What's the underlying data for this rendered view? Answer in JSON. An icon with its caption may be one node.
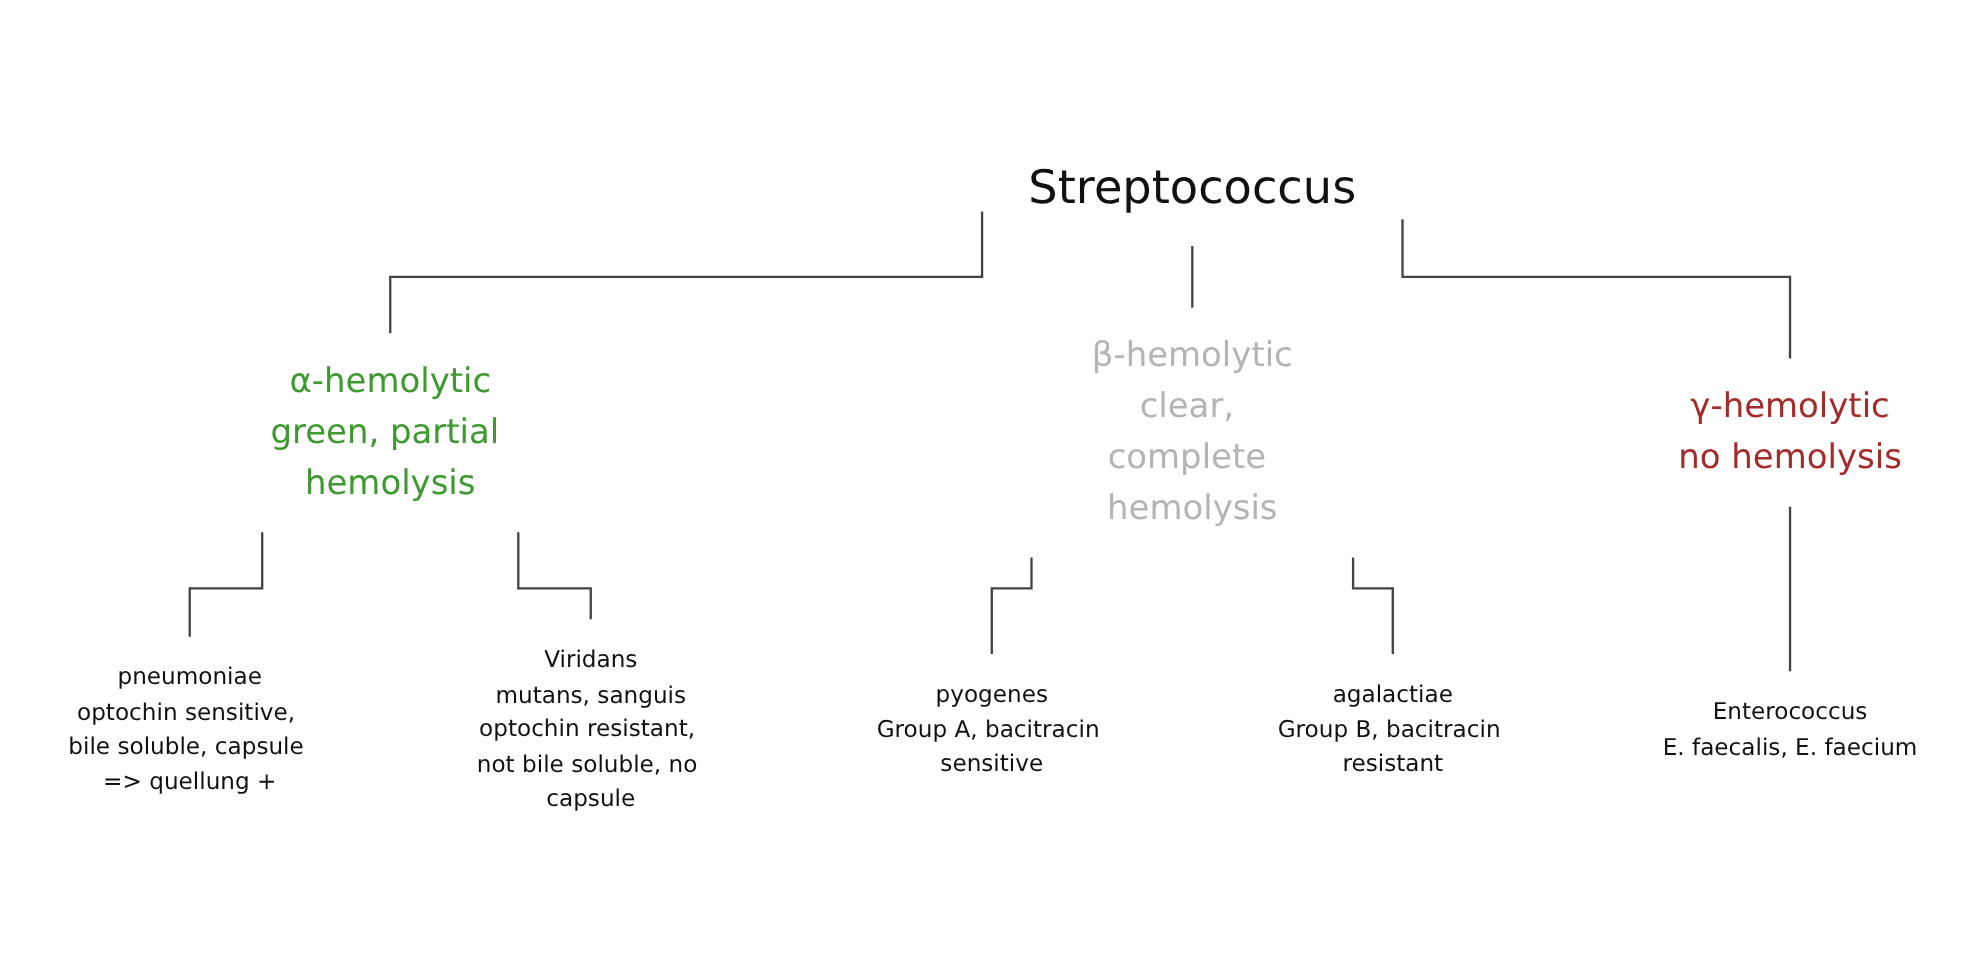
{
  "diagram": {
    "nodes": [
      {
        "text": [
          "Streptococcus"
        ]
      },
      {
        "text": [
          "α-hemolytic",
          "green, partial hemolysis"
        ]
      },
      {
        "text": [
          "β-hemolytic",
          "clear, complete hemolysis"
        ]
      },
      {
        "text": [
          "γ-hemolytic",
          "no hemolysis"
        ]
      },
      {
        "text": [
          "pneumoniae",
          "optochin sensitive, bile soluble, capsule => quellung +"
        ]
      },
      {
        "text": [
          "Viridans",
          "mutans, sanguis",
          "optochin resistant, not bile soluble, no capsule"
        ]
      },
      {
        "text": [
          "pyogenes",
          "Group A, bacitracin sensitive"
        ]
      },
      {
        "text": [
          "agalactiae",
          "Group B, bacitracin resistant"
        ]
      },
      {
        "text": [
          "Enterococcus",
          "E. faecalis, E. faecium"
        ]
      }
    ],
    "edges": [
      {
        "from": 0,
        "to": 1,
        "arrow": "none"
      },
      {
        "from": 0,
        "to": 2,
        "arrow": "none"
      },
      {
        "from": 0,
        "to": 3,
        "arrow": "none"
      },
      {
        "from": 1,
        "to": 4,
        "arrow": "none"
      },
      {
        "from": 1,
        "to": 5,
        "arrow": "none"
      },
      {
        "from": 2,
        "to": 6,
        "arrow": "none"
      },
      {
        "from": 2,
        "to": 7,
        "arrow": "none"
      },
      {
        "from": 3,
        "to": 8,
        "arrow": "none"
      }
    ]
  }
}
